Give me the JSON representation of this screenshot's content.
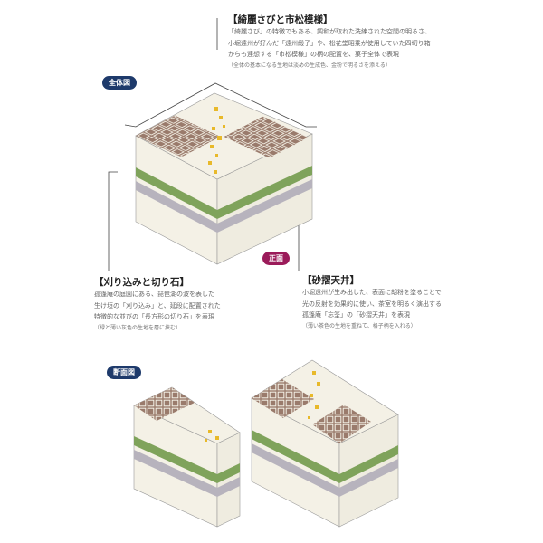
{
  "colors": {
    "cream": "#f4f1e6",
    "brown": "#9a7b6c",
    "green": "#7fa35b",
    "gray": "#b7b3bd",
    "gold": "#e8b92a",
    "navy": "#1e3a6b",
    "magenta": "#9b1b5a"
  },
  "badges": {
    "overall": "全体図",
    "front": "正面",
    "section": "断面図"
  },
  "top_block": {
    "title": "【綺麗さびと市松模様】",
    "lines": [
      "「綺麗さび」の特徴でもある、調和が取れた洗練された空間の明るさ、",
      "小堀遠州が好んだ「遠州緞子」や、松花堂昭乗が使用していた四切り箱",
      "からも連想する「市松模様」の柄の配置を、菓子全体で表現"
    ],
    "note": "（全体の基本になる生地は淡めの生成色、金粉で明るさを添える）"
  },
  "left_block": {
    "title": "【刈り込みと切り石】",
    "lines": [
      "孤篷庵の庭園にある、琵琶湖の波を表した",
      "生け垣の「刈り込み」と、延段に配置された",
      "特徴的な並びの「長方形の切り石」を表現"
    ],
    "note": "（緑と薄い灰色の生地を層に挟む）"
  },
  "right_block": {
    "title": "【砂摺天井】",
    "lines": [
      "小堀遠州が生み出した、表面に胡粉を塗ることで",
      "光の反射を効果的に使い、茶室を明るく演出する",
      "孤篷庵「忘筌」の「砂摺天井」を表現"
    ],
    "note": "（薄い茶色の生地を重ねて、格子柄を入れる）"
  }
}
